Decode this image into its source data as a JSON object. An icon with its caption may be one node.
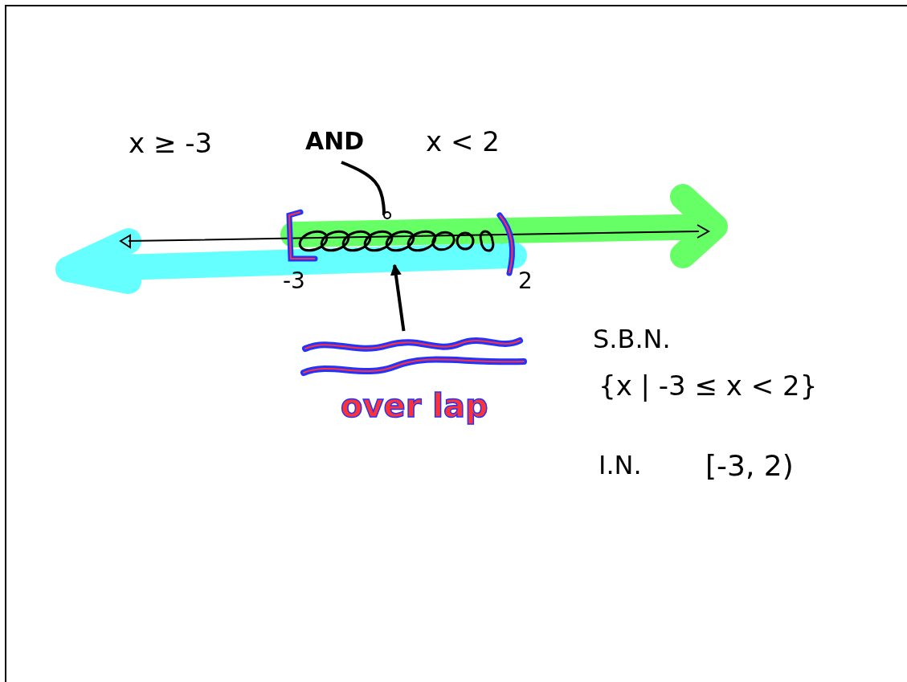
{
  "diagram": {
    "nodes": [
      {
        "text": [
          "AND"
        ]
      },
      {
        "text": [],
        "shape": "bar"
      },
      {
        "text": [
          "over lap"
        ]
      }
    ],
    "edges": [
      {
        "from": 0,
        "to": 1,
        "arrow": "other"
      },
      {
        "from": 2,
        "to": 1,
        "arrow": "to"
      }
    ],
    "labels": [
      "x ≥ -3",
      "x < 2",
      "-3",
      "2",
      "S.B.N.",
      "{x | -3 ≤ x < 2}",
      "I.N.",
      "[-3, 2)"
    ]
  }
}
